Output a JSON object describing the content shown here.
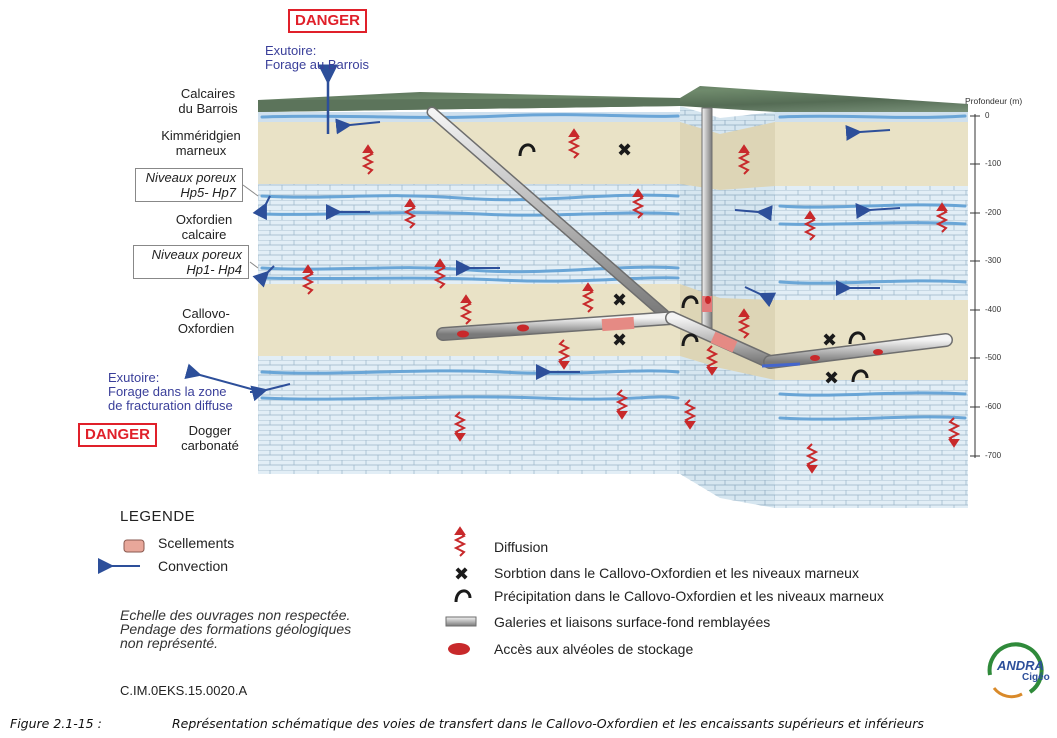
{
  "danger_label_top": "DANGER",
  "danger_label_bottom": "DANGER",
  "exutoire_top": {
    "line1": "Exutoire:",
    "line2": "Forage au Barrois"
  },
  "exutoire_left": {
    "line1": "Exutoire:",
    "line2": "Forage dans la zone",
    "line3": "de fracturation diffuse"
  },
  "layers": [
    {
      "line1": "Calcaires",
      "line2": "du Barrois"
    },
    {
      "line1": "Kimméridgien",
      "line2": "marneux"
    },
    {
      "line1": "Niveaux poreux",
      "line2": "Hp5- Hp7"
    },
    {
      "line1": "Oxfordien",
      "line2": "calcaire"
    },
    {
      "line1": "Niveaux poreux",
      "line2": "Hp1- Hp4"
    },
    {
      "line1": "Callovo-",
      "line2": "Oxfordien"
    },
    {
      "line1": "Dogger",
      "line2": "carbonaté"
    }
  ],
  "depth_axis": {
    "title": "Profondeur (m)",
    "ticks": [
      "0",
      "-100",
      "-200",
      "-300",
      "-400",
      "-500",
      "-600",
      "-700"
    ]
  },
  "legend": {
    "title": "LEGENDE",
    "left_items": [
      "Scellements",
      "Convection"
    ],
    "right_items": [
      "Diffusion",
      "Sorbtion dans le Callovo-Oxfordien et les niveaux marneux",
      "Précipitation dans le Callovo-Oxfordien et les niveaux marneux",
      "Galeries et liaisons surface-fond remblayées",
      "Accès aux alvéoles de stockage"
    ]
  },
  "note": {
    "line1": "Echelle des ouvrages non respectée.",
    "line2": "Pendage des formations géologiques",
    "line3": "non représenté."
  },
  "reference_code": "C.IM.0EKS.15.0020.A",
  "logo": {
    "line1": "ANDRA",
    "line2": "Cigéo"
  },
  "caption": {
    "label": "Figure 2.1-15 :",
    "text": "Représentation schématique des voies de transfert dans le Callovo-Oxfordien et les encaissants supérieurs et inférieurs"
  },
  "colors": {
    "danger": "#e0202a",
    "convection_arrow": "#2d4f9a",
    "diffusion": "#c8292b",
    "marl_layer": "#e9e2c6",
    "limestone_layer": "#dfedf5",
    "porous_level": "#5e9fd4"
  }
}
